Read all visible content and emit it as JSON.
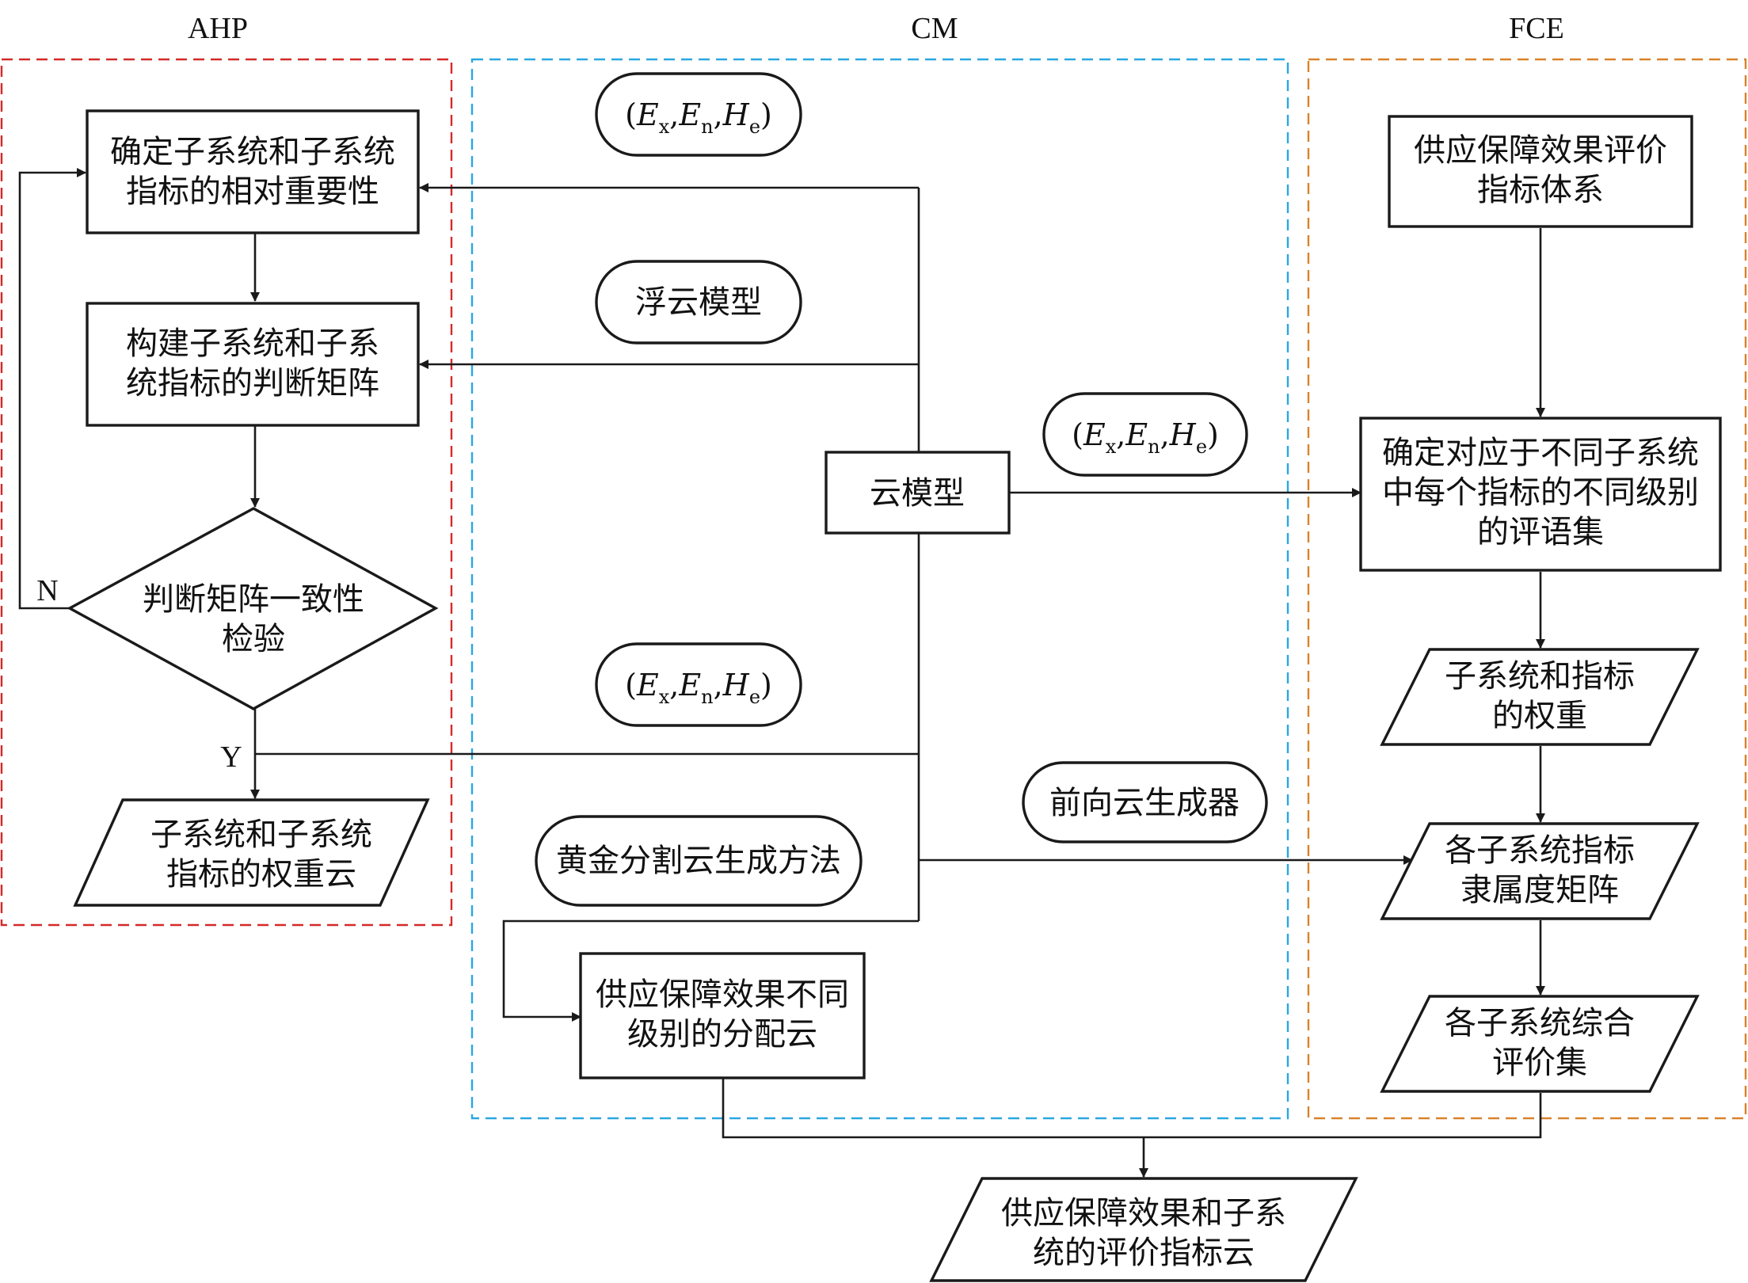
{
  "sections": {
    "ahp": {
      "label": "AHP",
      "color": "#d42a2a"
    },
    "cm": {
      "label": "CM",
      "color": "#2aa7e0"
    },
    "fce": {
      "label": "FCE",
      "color": "#d9822b"
    }
  },
  "ahp": {
    "box1": [
      "确定子系统和子系统",
      "指标的相对重要性"
    ],
    "box2": [
      "构建子系统和子系",
      "统指标的判断矩阵"
    ],
    "diamond": [
      "判断矩阵一致性",
      "检验"
    ],
    "no_label": "N",
    "yes_label": "Y",
    "output": [
      "子系统和子系统",
      "指标的权重云"
    ]
  },
  "cm": {
    "pill_params": {
      "open": "(",
      "E": "E",
      "x": "x",
      "comma": ",",
      "n": "n",
      "H": "H",
      "e": "e",
      "close": ")"
    },
    "pill_float": "浮云模型",
    "pill_golden": "黄金分割云生成方法",
    "center_box": "云模型",
    "pill_forward": "前向云生成器",
    "dist_box": [
      "供应保障效果不同",
      "级别的分配云"
    ]
  },
  "fce": {
    "box1": [
      "供应保障效果评价",
      "指标体系"
    ],
    "box2": [
      "确定对应于不同子系统",
      "中每个指标的不同级别",
      "的评语集"
    ],
    "para1": [
      "子系统和指标",
      "的权重"
    ],
    "para2": [
      "各子系统指标",
      "隶属度矩阵"
    ],
    "para3": [
      "各子系统综合",
      "评价集"
    ]
  },
  "final_output": [
    "供应保障效果和子系",
    "统的评价指标云"
  ]
}
